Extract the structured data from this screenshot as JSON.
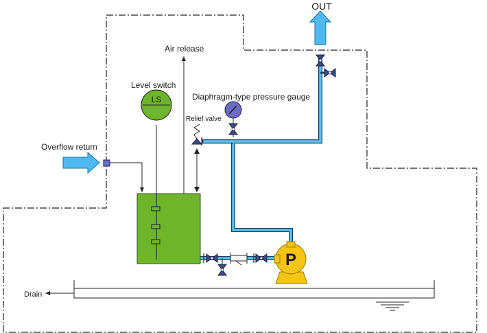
{
  "labels": {
    "out": "OUT",
    "air_release": "Air release",
    "level_switch": "Level switch",
    "ls": "LS",
    "gauge": "Diaphragm-type pressure gauge",
    "relief_valve": "Relief valve",
    "overflow_return": "Overflow return",
    "pump": "P",
    "drain": "Drain"
  },
  "colors": {
    "tank": "#6fb52c",
    "tank_stroke": "#2f5a10",
    "pipe": "#5bc3ee",
    "pipe_stroke": "#1d3f66",
    "arrow": "#4fbaf0",
    "pump": "#f6c514",
    "valve": "#3d4a86",
    "gauge": "#6c6cc4"
  },
  "icons": [
    "arrow-out-icon",
    "arrow-in-icon",
    "gate-valve-icon",
    "relief-valve-icon",
    "pump-icon",
    "pressure-gauge-icon",
    "level-switch-icon",
    "ground-icon",
    "strainer-icon"
  ]
}
